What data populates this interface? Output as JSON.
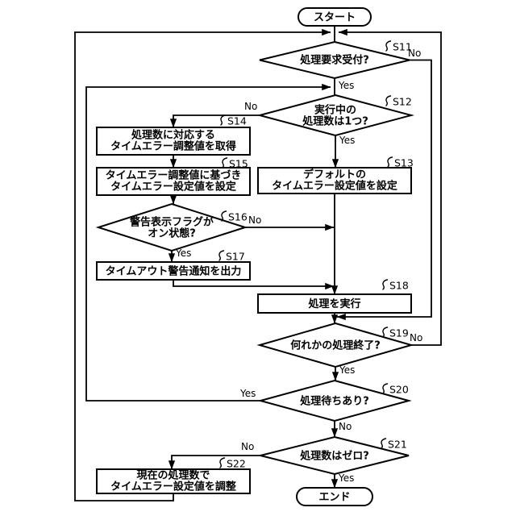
{
  "diagram": {
    "kind": "flowchart",
    "colors": {
      "line": "#000000",
      "background": "#ffffff",
      "text": "#000000"
    },
    "terminals": {
      "start": "スタート",
      "end": "エンド"
    },
    "labels": {
      "yes": "Yes",
      "no": "No"
    },
    "nodes": {
      "s11": {
        "id": "S11",
        "shape": "decision",
        "lines": [
          "処理要求受付?"
        ]
      },
      "s12": {
        "id": "S12",
        "shape": "decision",
        "lines": [
          "実行中の",
          "処理数は1つ?"
        ]
      },
      "s13": {
        "id": "S13",
        "shape": "process",
        "lines": [
          "デフォルトの",
          "タイムエラー設定値を設定"
        ]
      },
      "s14": {
        "id": "S14",
        "shape": "process",
        "lines": [
          "処理数に対応する",
          "タイムエラー調整値を取得"
        ]
      },
      "s15": {
        "id": "S15",
        "shape": "process",
        "lines": [
          "タイムエラー調整値に基づき",
          "タイムエラー設定値を設定"
        ]
      },
      "s16": {
        "id": "S16",
        "shape": "decision",
        "lines": [
          "警告表示フラグが",
          "オン状態?"
        ]
      },
      "s17": {
        "id": "S17",
        "shape": "process",
        "lines": [
          "タイムアウト警告通知を出力"
        ]
      },
      "s18": {
        "id": "S18",
        "shape": "process",
        "lines": [
          "処理を実行"
        ]
      },
      "s19": {
        "id": "S19",
        "shape": "decision",
        "lines": [
          "何れかの処理終了?"
        ]
      },
      "s20": {
        "id": "S20",
        "shape": "decision",
        "lines": [
          "処理待ちあり?"
        ]
      },
      "s21": {
        "id": "S21",
        "shape": "decision",
        "lines": [
          "処理数はゼロ?"
        ]
      },
      "s22": {
        "id": "S22",
        "shape": "process",
        "lines": [
          "現在の処理数で",
          "タイムエラー設定値を調整"
        ]
      }
    }
  }
}
